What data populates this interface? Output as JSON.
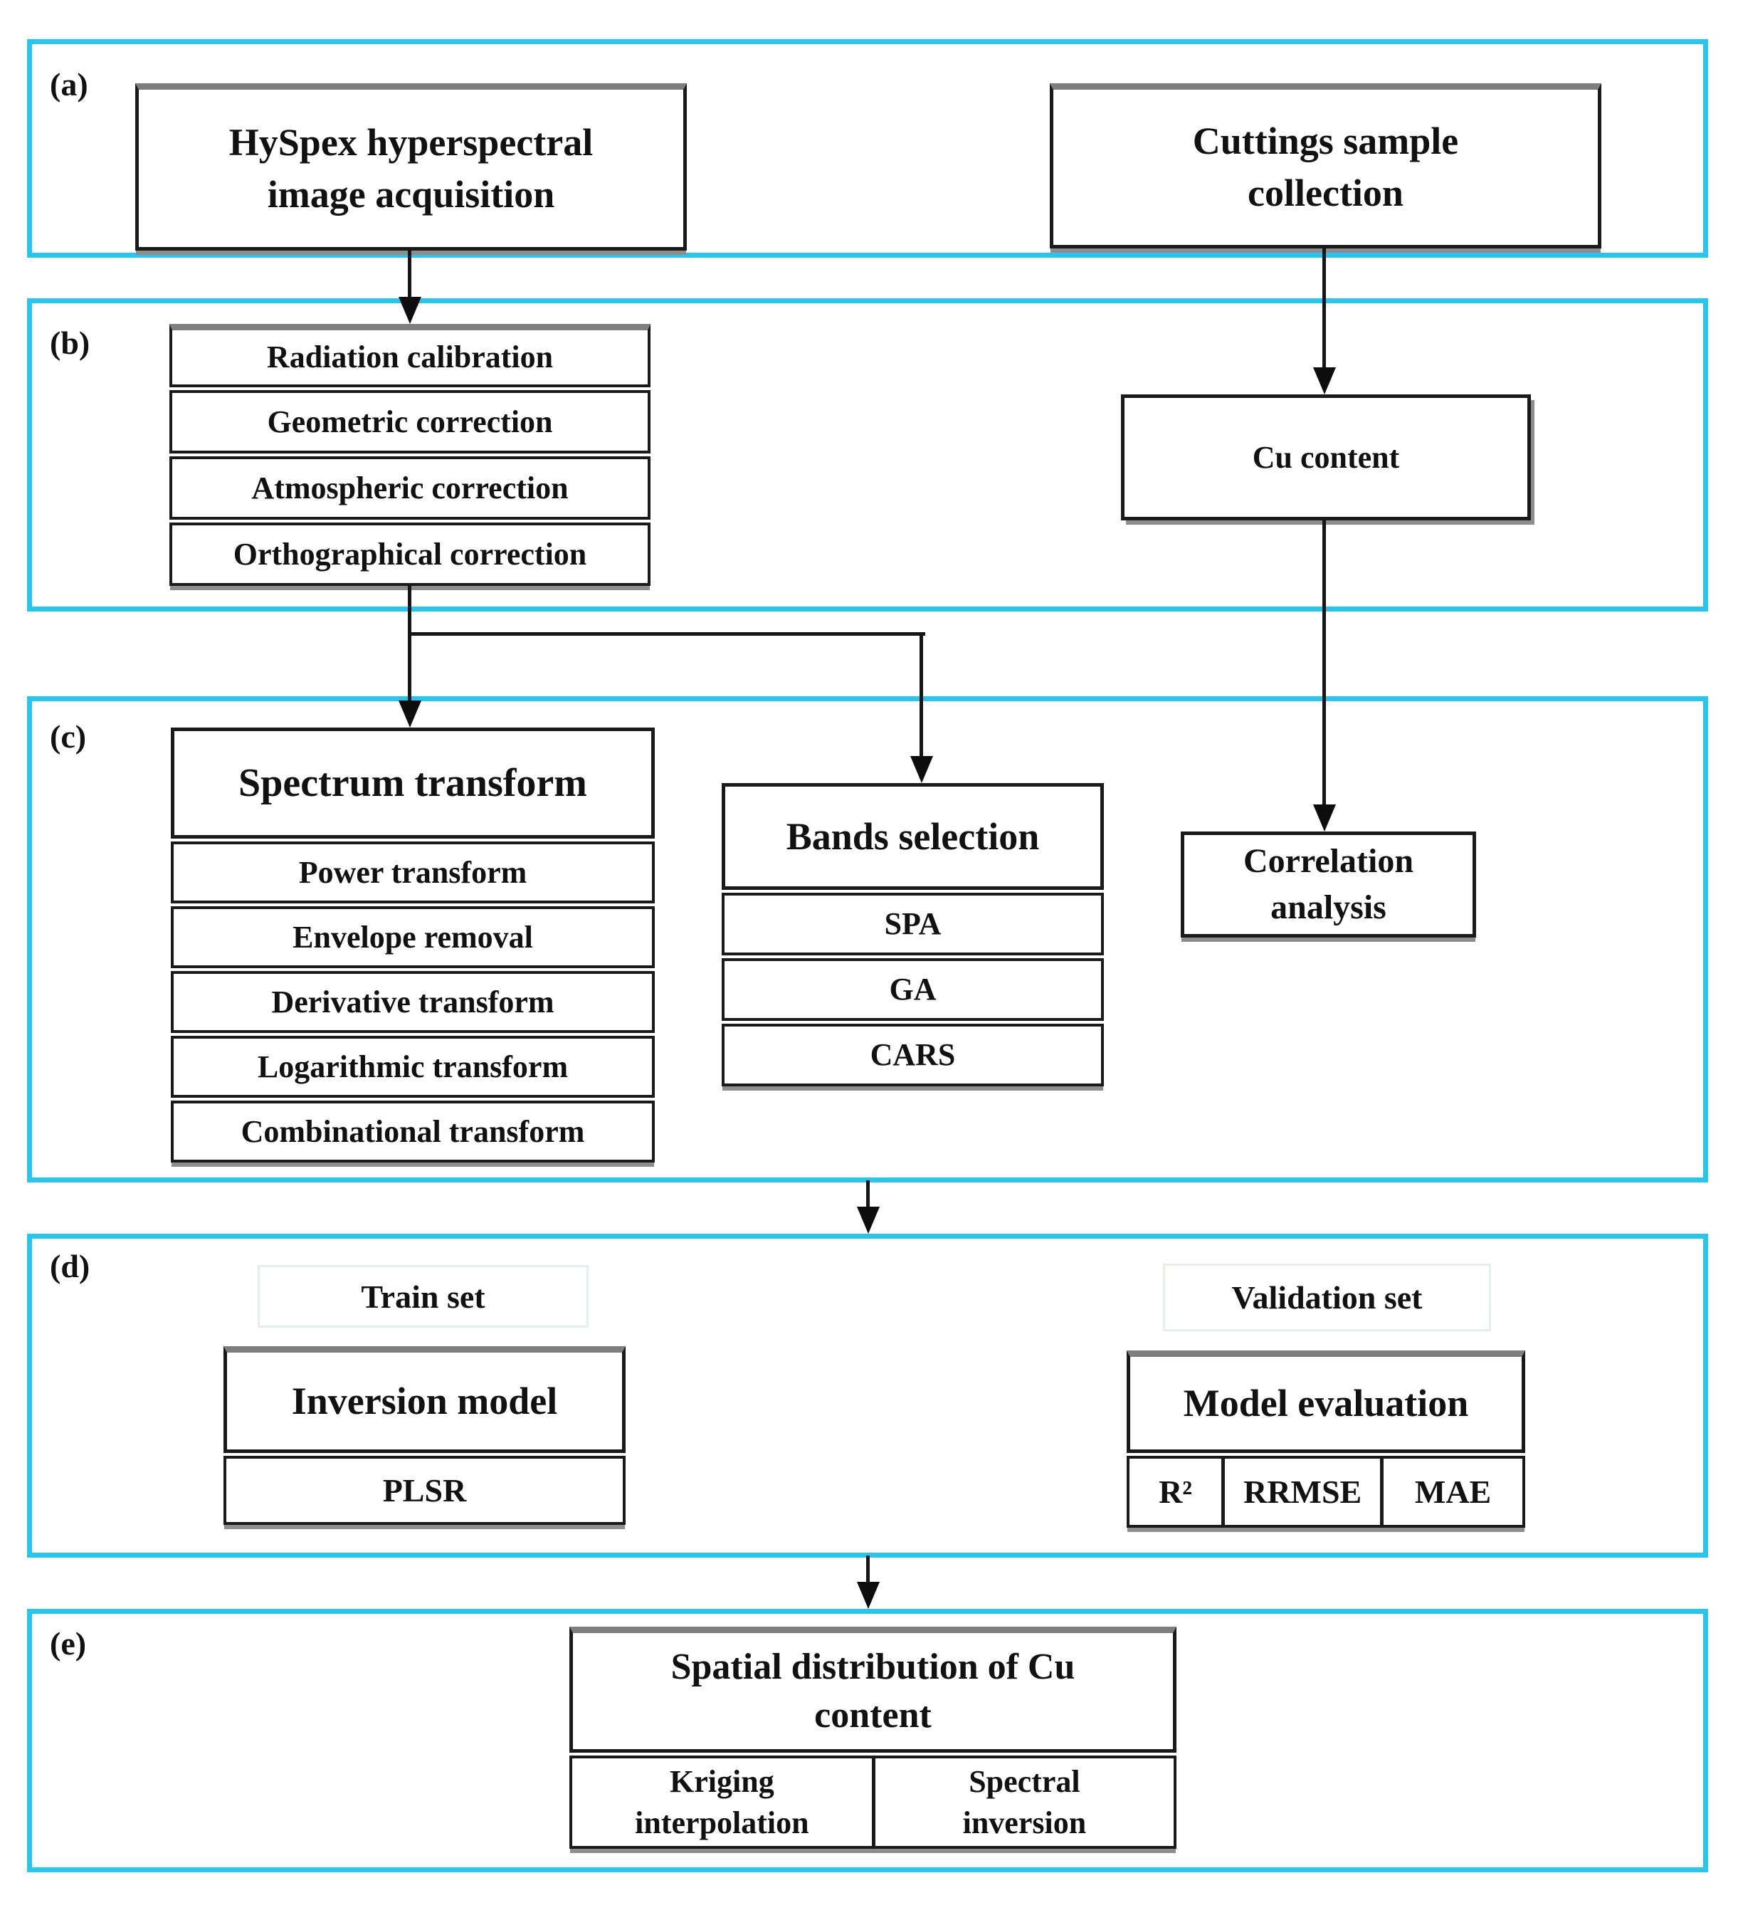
{
  "colors": {
    "accent": "#27C6F0",
    "box_border": "#1a1a1a",
    "cap_gray": "#7e7e7e"
  },
  "labels": {
    "a": "(a)",
    "b": "(b)",
    "c": "(c)",
    "d": "(d)",
    "e": "(e)"
  },
  "panel_a": {
    "hyspex_box": "HySpex hyperspectral image acquisition",
    "cuttings_box": "Cuttings sample collection"
  },
  "panel_b": {
    "steps": [
      "Radiation calibration",
      "Geometric correction",
      "Atmospheric correction",
      "Orthographical correction"
    ],
    "cu_box": "Cu content"
  },
  "panel_c": {
    "spectrum_title": "Spectrum transform",
    "spectrum_items": [
      "Power transform",
      "Envelope removal",
      "Derivative transform",
      "Logarithmic transform",
      "Combinational transform"
    ],
    "bands_title": "Bands selection",
    "bands_items": [
      "SPA",
      "GA",
      "CARS"
    ],
    "correlation_box": "Correlation analysis"
  },
  "panel_d": {
    "train_set": "Train set",
    "inversion_title": "Inversion model",
    "inversion_method": "PLSR",
    "validation_set": "Validation set",
    "evaluation_title": "Model evaluation",
    "metrics": [
      "R²",
      "RRMSE",
      "MAE"
    ]
  },
  "panel_e": {
    "spatial_title": "Spatial distribution of Cu content",
    "methods": [
      "Kriging interpolation",
      "Spectral inversion"
    ]
  }
}
